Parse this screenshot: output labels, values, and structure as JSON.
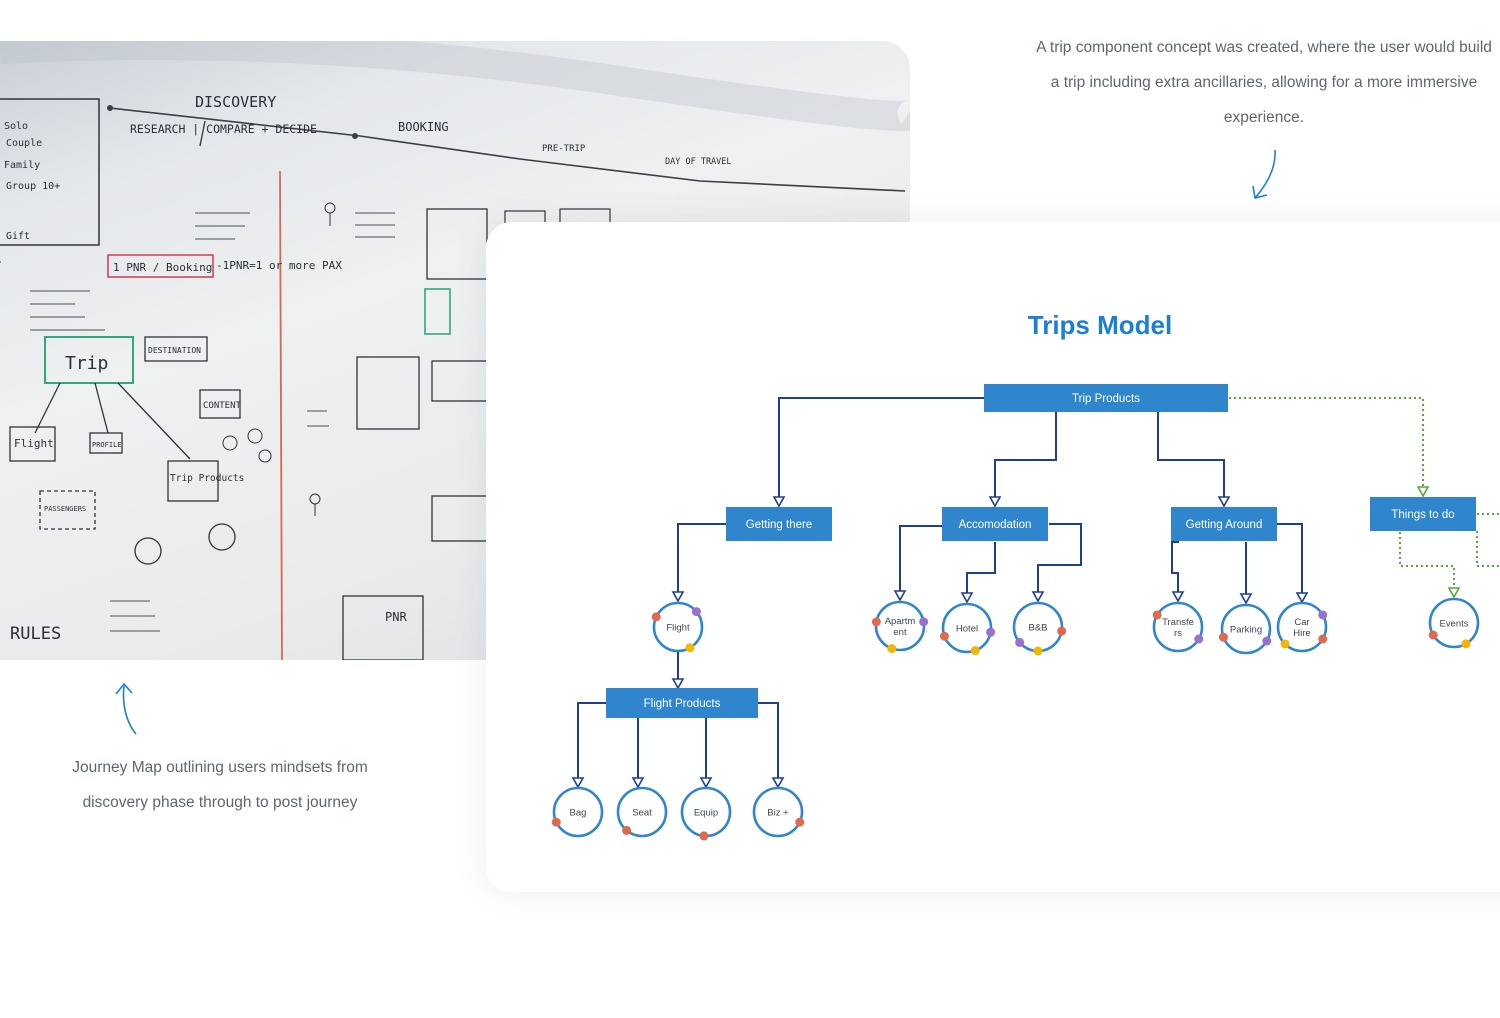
{
  "captions": {
    "top": "A trip component concept was created, where the user would build a trip including extra ancillaries, allowing for a more immersive experience.",
    "bottom": "Journey Map outlining users mindsets from discovery phase through to post journey"
  },
  "whiteboard": {
    "labels": [
      "DISCOVERY",
      "RESEARCH | COMPARE + DECIDE",
      "BOOKING",
      "PRE-TRIP",
      "DAY OF TRAVEL",
      "Trip",
      "Flight",
      "PROFILE",
      "CONTENT",
      "DESTINATION",
      "Trip Products",
      "1 PNR / Booking",
      "-1PNR=1 or more PAX",
      "PNR",
      "PASSENGERS",
      "Solo",
      "Couple",
      "Family",
      "Group 10+",
      "Gift",
      "RULES"
    ]
  },
  "diagram": {
    "title": "Trips Model",
    "colors": {
      "box": "#2f86cc",
      "line": "#1f3f8f",
      "dotted": "#5aa63a",
      "ring": "#2f86cc",
      "dot_red": "#e06a4e",
      "dot_yellow": "#f2b705",
      "dot_purple": "#9a6fd0"
    },
    "root": "Trip Products",
    "categories": [
      {
        "label": "Getting there",
        "children": [
          "Flight"
        ]
      },
      {
        "label": "Accomodation",
        "children": [
          "Apartm ent",
          "Hotel",
          "B&B"
        ]
      },
      {
        "label": "Getting Around",
        "children": [
          "Transfe rs",
          "Parking",
          "Car Hire"
        ]
      },
      {
        "label": "Things to do",
        "children": [
          "Events"
        ]
      }
    ],
    "flight_products": {
      "label": "Flight Products",
      "children": [
        "Bag",
        "Seat",
        "Equip",
        "Biz +"
      ]
    }
  }
}
